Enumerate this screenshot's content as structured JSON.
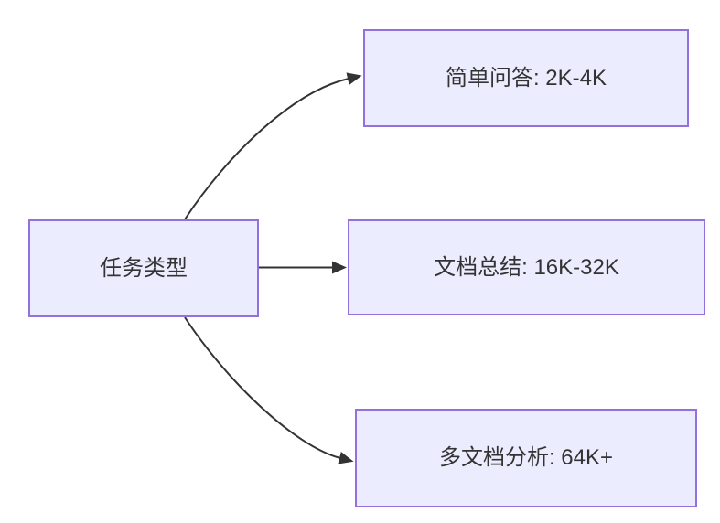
{
  "diagram": {
    "type": "flowchart-left-to-right",
    "colors": {
      "node_fill": "#ECECFF",
      "node_border": "#9370DB",
      "edge_color": "#333333",
      "text_color": "#333333",
      "background": "#FFFFFF"
    },
    "root_node": {
      "label": "任务类型"
    },
    "branch_nodes": [
      {
        "label": "简单问答: 2K-4K"
      },
      {
        "label": "文档总结: 16K-32K"
      },
      {
        "label": "多文档分析: 64K+"
      }
    ]
  }
}
